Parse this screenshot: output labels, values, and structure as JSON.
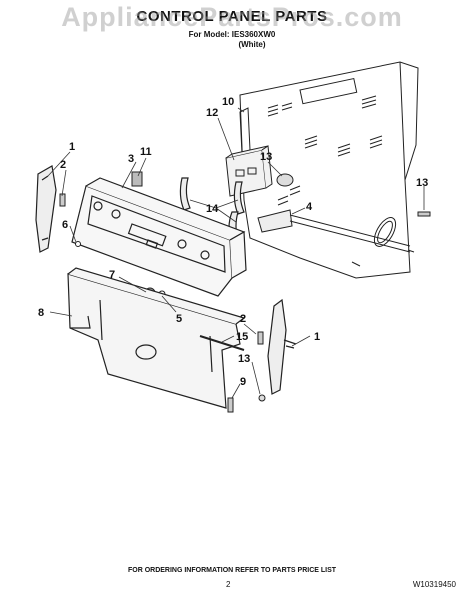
{
  "watermark": "AppliancePartsPros.com",
  "title": "CONTROL PANEL PARTS",
  "model_line": "For Model: IES360XW0",
  "color_line": "(White)",
  "callouts": [
    "1",
    "2",
    "3",
    "4",
    "5",
    "6",
    "7",
    "8",
    "9",
    "10",
    "11",
    "12",
    "13",
    "14",
    "15",
    "1",
    "2",
    "13",
    "13"
  ],
  "footer": "FOR ORDERING INFORMATION REFER TO PARTS PRICE LIST",
  "page_number": "2",
  "doc_id": "W10319450"
}
